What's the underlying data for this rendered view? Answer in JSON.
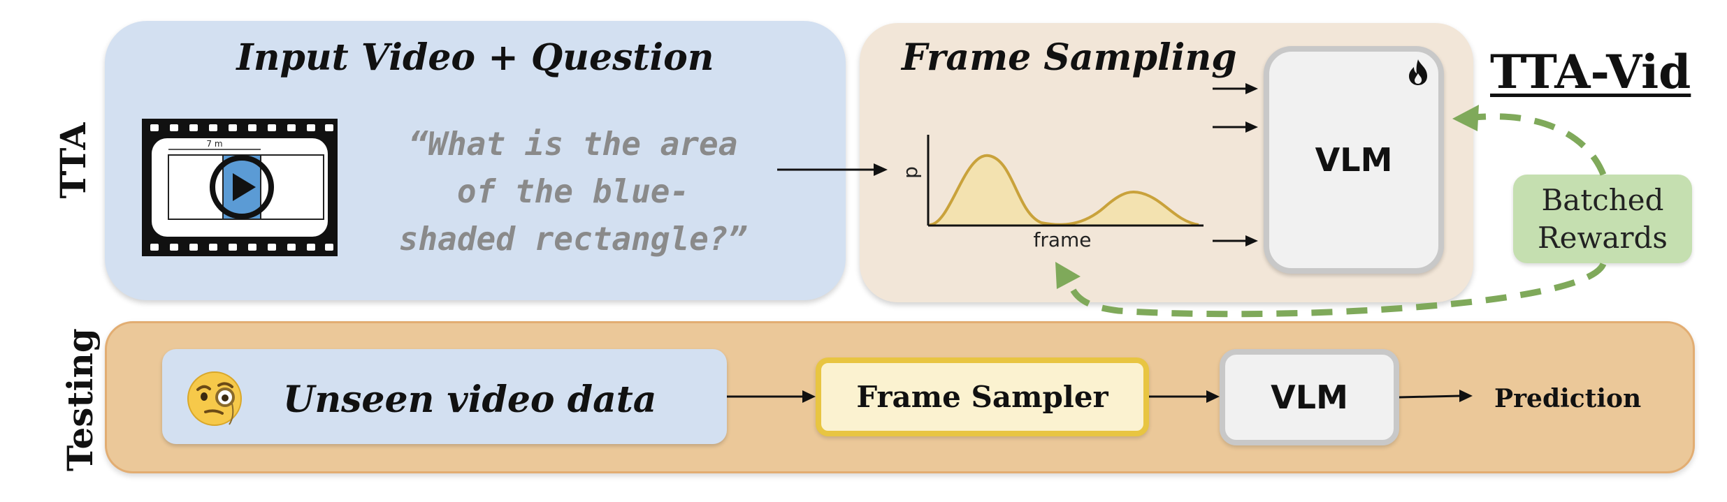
{
  "side_labels": {
    "tta": "TTA",
    "testing": "Testing"
  },
  "input_panel": {
    "title": "Input Video + Question",
    "question_lines": [
      "“What is the area",
      "of the blue-",
      "shaded rectangle?”"
    ],
    "video_scale_label": "7 m"
  },
  "sampling_panel": {
    "title": "Frame Sampling",
    "plot_ylabel": "p",
    "plot_xlabel": "frame"
  },
  "vlm": {
    "label": "VLM",
    "trainable_icon": "flame-icon"
  },
  "tta_vid": "TTA-Vid",
  "rewards": {
    "line1": "Batched",
    "line2": "Rewards"
  },
  "testing": {
    "unseen_label": "Unseen video data",
    "emoji_icon": "monocle-face-icon",
    "sampler_label": "Frame Sampler",
    "vlm_label": "VLM",
    "prediction_label": "Prediction"
  },
  "colors": {
    "input_panel": "#d3e0f1",
    "sampling_panel": "#f2e6d8",
    "testing_panel": "#ebc899",
    "curve": "#c9a23b",
    "curve_fill": "#f3e2b0",
    "reward_box": "#c5dfb0",
    "feedback_arrow": "#7fa95a",
    "sampler_border": "#e8c541",
    "vlm_border": "#c8c8c8",
    "video_highlight": "#5b9bd5"
  }
}
